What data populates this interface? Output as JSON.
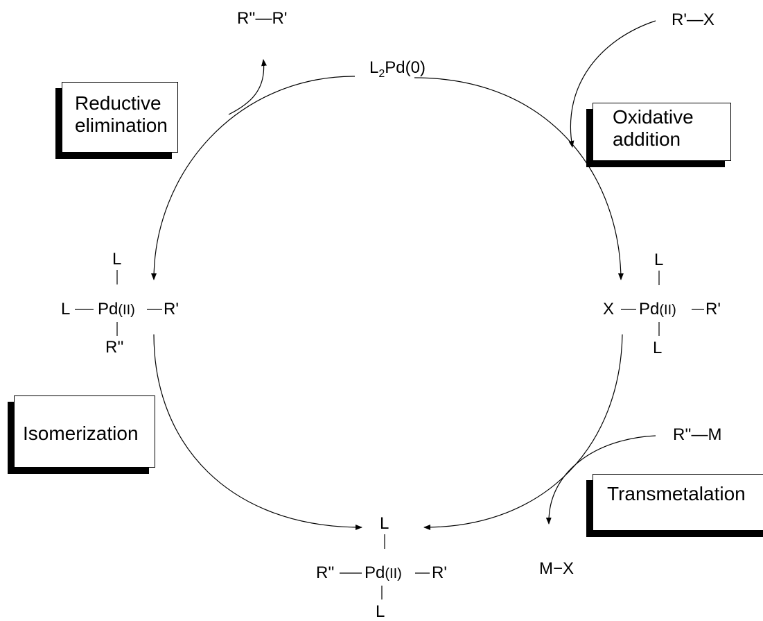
{
  "steps": {
    "reductive_elimination": {
      "line1": "Reductive",
      "line2": "elimination"
    },
    "oxidative_addition": {
      "line1": "Oxidative",
      "line2": "addition"
    },
    "isomerization": {
      "label": "Isomerization"
    },
    "transmetalation": {
      "label": "Transmetalation"
    }
  },
  "species": {
    "catalyst": {
      "prefix": "L",
      "subscript": "2",
      "suffix": "Pd(0)"
    },
    "product": "R''—R'",
    "aryl_halide": "R'—X",
    "organometallic": "R''—M",
    "byproduct": "M−X"
  },
  "complex_right": {
    "top": "L",
    "left": "X",
    "center": "Pd",
    "ox": "(II)",
    "right": "R'",
    "bottom": "L"
  },
  "complex_left": {
    "top": "L",
    "left": "L",
    "center": "Pd",
    "ox": "(II)",
    "right": "R'",
    "bottom": "R''"
  },
  "complex_bottom": {
    "top": "L",
    "left": "R''",
    "center": "Pd",
    "ox": "(II)",
    "right": "R'",
    "bottom": "L"
  }
}
